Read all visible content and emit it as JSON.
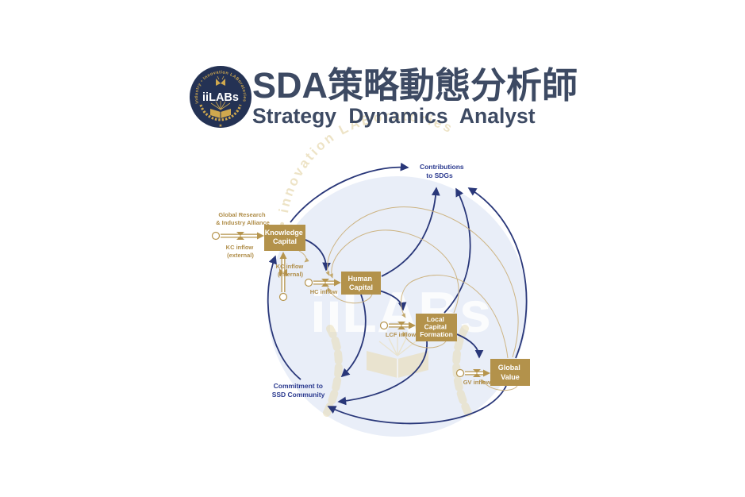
{
  "header": {
    "badge_text": "iiLABs",
    "badge_rim": "Industry • Innovation LABoratories",
    "badge_star": "★",
    "title_zh": "SDA策略動態分析師",
    "title_en": "Strategy Dynamics Analyst"
  },
  "diagram": {
    "outcome_sdgs": {
      "line1": "Contributions",
      "line2": "to SDGs"
    },
    "outcome_ssd": {
      "line1": "Commitment to",
      "line2": "SSD Community"
    },
    "external_source": {
      "line1": "Global Research",
      "line2": "& Industry Alliance"
    },
    "stocks": {
      "kc": {
        "line1": "Knowledge",
        "line2": "Capital"
      },
      "hc": {
        "line1": "Human",
        "line2": "Capital"
      },
      "lcf": {
        "line1": "Local",
        "line2": "Capital",
        "line3": "Formation"
      },
      "gv": {
        "line1": "Global",
        "line2": "Value"
      }
    },
    "flows": {
      "kc_ext": {
        "line1": "KC inflow",
        "line2": "(external)"
      },
      "kc_int": {
        "line1": "KC inflow",
        "line2": "(internal)"
      },
      "hc": {
        "line1": "HC inflow"
      },
      "lcf": {
        "line1": "LCF inflow"
      },
      "gv": {
        "line1": "GV inflow"
      }
    },
    "watermark": {
      "word": "iiLABs",
      "arc": "• innovation LABoratories"
    }
  },
  "colors": {
    "navy_arrow": "#293779",
    "navy_text": "#2b3a8f",
    "gold_stock": "#b3924b",
    "gold_flow": "#b6954e",
    "gold_arc": "#cdb483",
    "title_text": "#3d4a63",
    "badge_navy": "#243254",
    "badge_gold": "#cfa84e",
    "watermark_fill": "#e9eef8"
  }
}
